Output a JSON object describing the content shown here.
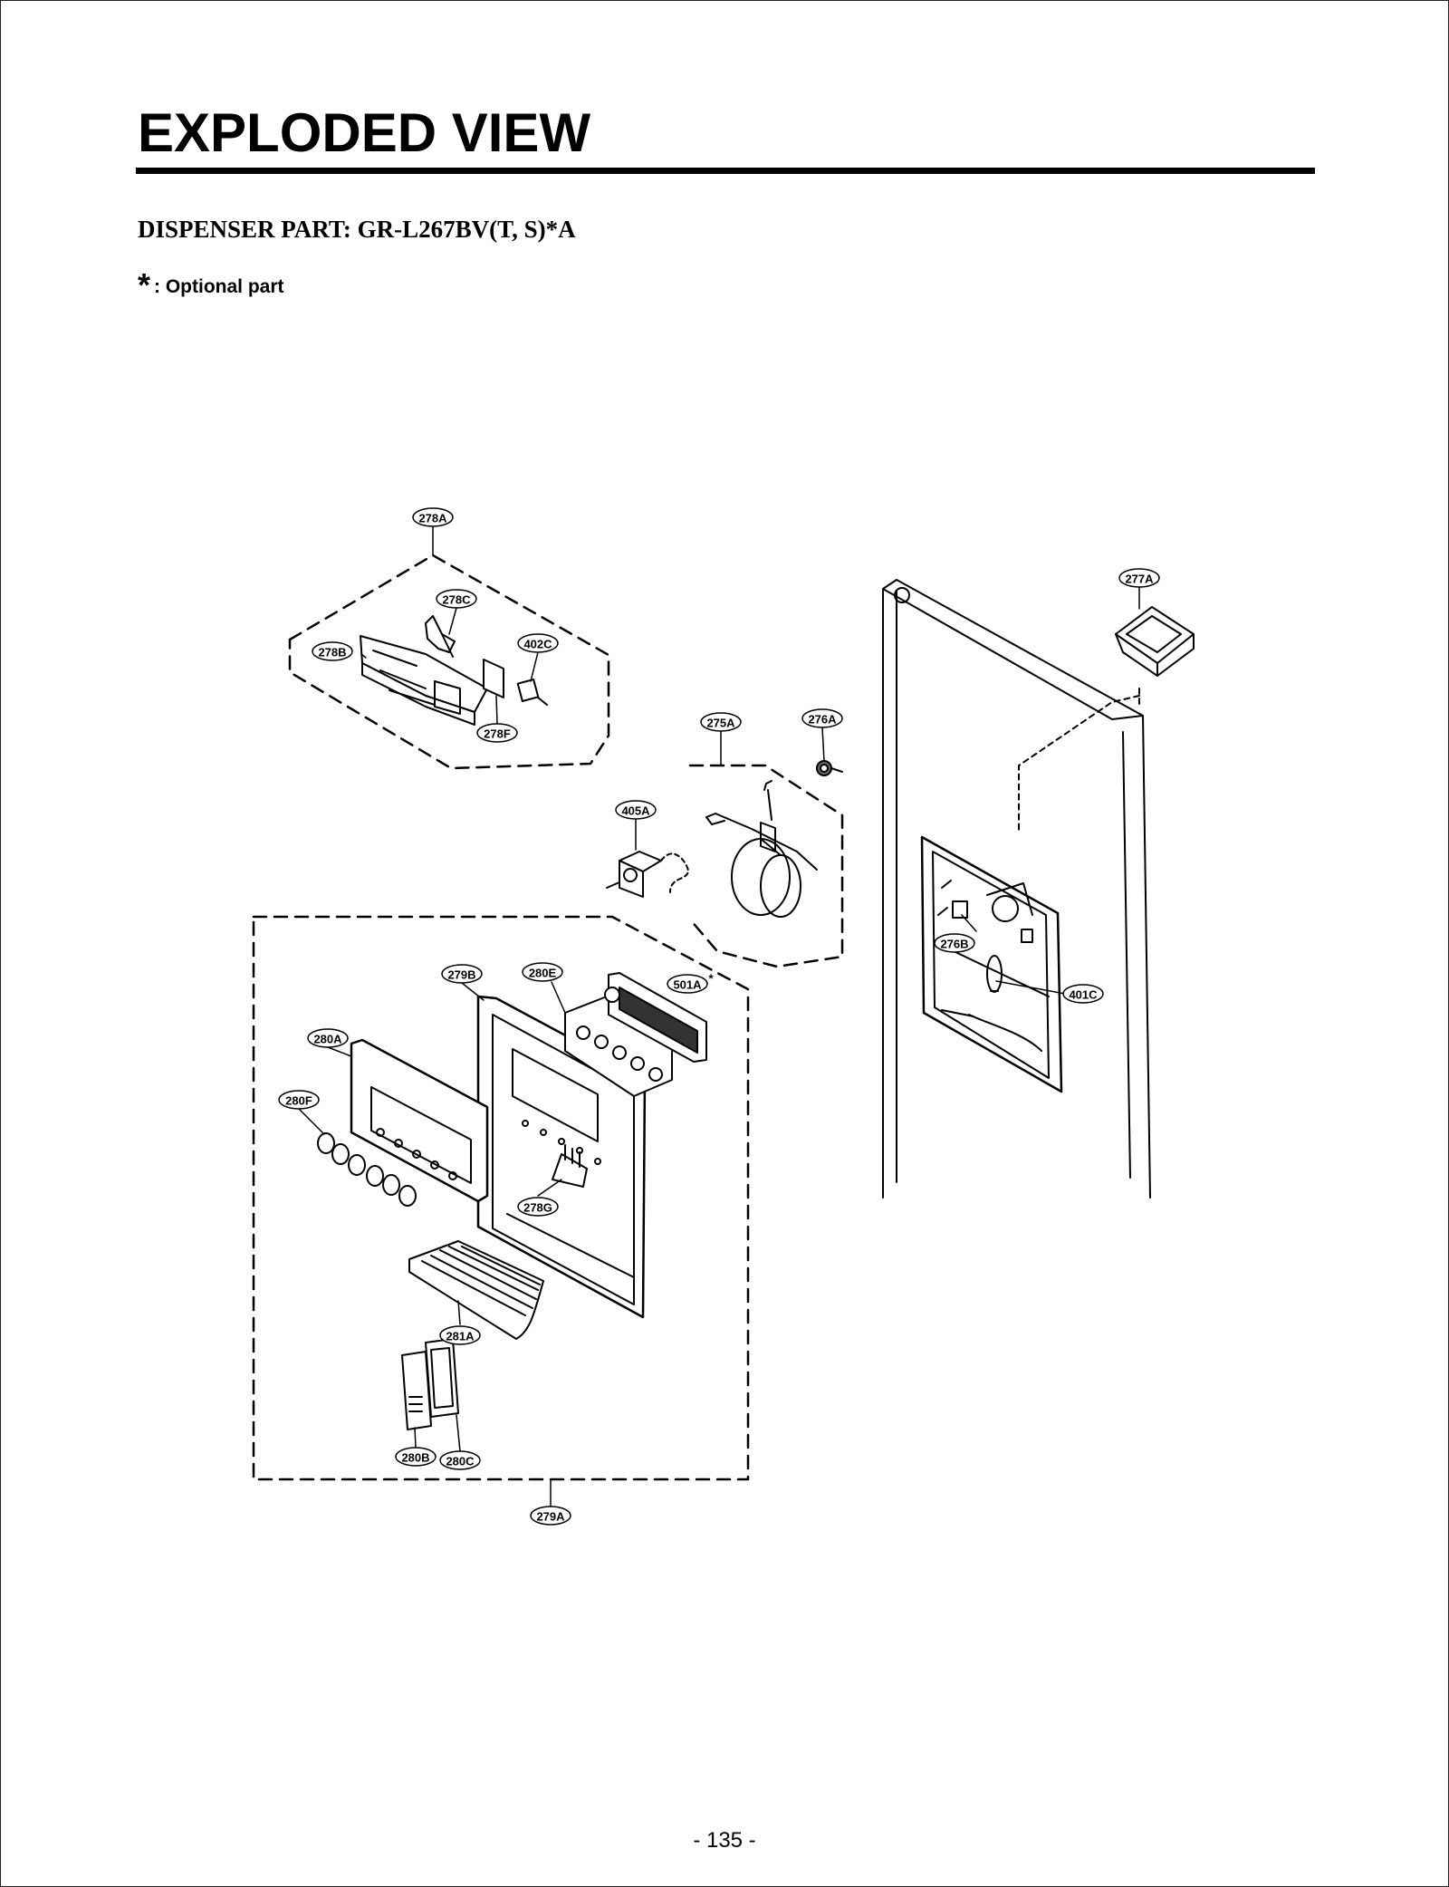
{
  "header": {
    "title": "EXPLODED VIEW",
    "section_title": "DISPENSER PART: GR-L267BV(T, S)*A",
    "optional_marker": "*",
    "optional_label": ": Optional part"
  },
  "parts": [
    {
      "id": "278A",
      "label": "278A"
    },
    {
      "id": "278C",
      "label": "278C"
    },
    {
      "id": "402C",
      "label": "402C"
    },
    {
      "id": "278B",
      "label": "278B"
    },
    {
      "id": "278F",
      "label": "278F"
    },
    {
      "id": "277A",
      "label": "277A"
    },
    {
      "id": "275A",
      "label": "275A"
    },
    {
      "id": "276A",
      "label": "276A"
    },
    {
      "id": "405A",
      "label": "405A"
    },
    {
      "id": "279B",
      "label": "279B"
    },
    {
      "id": "280E",
      "label": "280E"
    },
    {
      "id": "501A",
      "label": "501A",
      "optional": true
    },
    {
      "id": "280A",
      "label": "280A"
    },
    {
      "id": "280F",
      "label": "280F"
    },
    {
      "id": "278G",
      "label": "278G"
    },
    {
      "id": "281A",
      "label": "281A"
    },
    {
      "id": "280B",
      "label": "280B"
    },
    {
      "id": "280C",
      "label": "280C"
    },
    {
      "id": "279A",
      "label": "279A"
    },
    {
      "id": "276B",
      "label": "276B"
    },
    {
      "id": "401C",
      "label": "401C"
    }
  ],
  "footer": {
    "page_number": "- 135 -"
  }
}
